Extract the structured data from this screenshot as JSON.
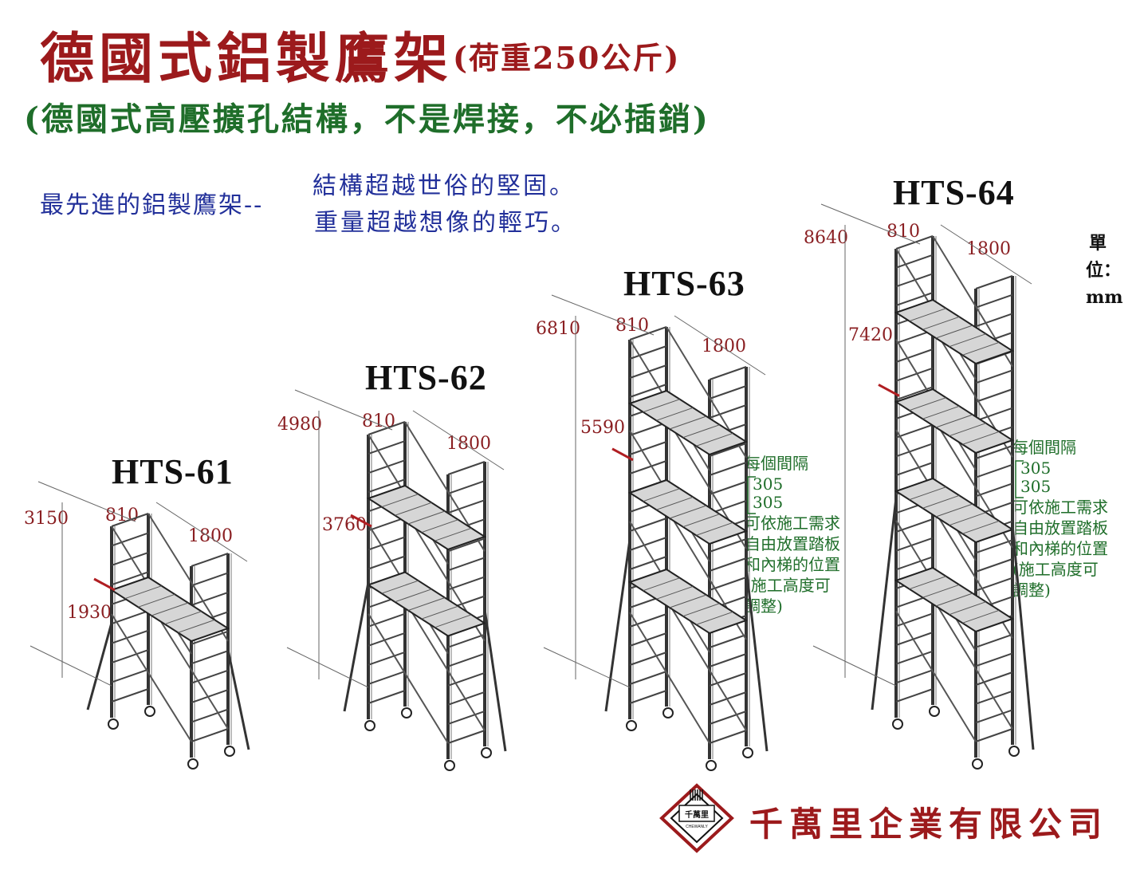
{
  "header": {
    "title": "德國式鋁製鷹架",
    "load": "(荷重250公斤)",
    "subtitle": "(德國式高壓擴孔結構，不是焊接，不必插銷)"
  },
  "slogan": {
    "lead": "最先進的鋁製鷹架--",
    "line1": "結構超越世俗的堅固。",
    "line2": "重量超越想像的輕巧。"
  },
  "unit": {
    "label": "單位：mm"
  },
  "models": [
    {
      "name": "HTS-61",
      "height": "3150",
      "platform": "1930",
      "width": "810",
      "length": "1800",
      "decks": 1
    },
    {
      "name": "HTS-62",
      "height": "4980",
      "platform": "3760",
      "width": "810",
      "length": "1800",
      "decks": 2
    },
    {
      "name": "HTS-63",
      "height": "6810",
      "platform": "5590",
      "width": "810",
      "length": "1800",
      "decks": 3,
      "note": {
        "interval_title": "每個間隔",
        "interval_1": "305",
        "interval_2": "305",
        "lines": [
          "可依施工需求",
          "自由放置踏板",
          "和內梯的位置",
          "(施工高度可",
          "調整)"
        ]
      }
    },
    {
      "name": "HTS-64",
      "height": "8640",
      "platform": "7420",
      "width": "810",
      "length": "1800",
      "decks": 4,
      "note": {
        "interval_title": "每個間隔",
        "interval_1": "305",
        "interval_2": "305",
        "lines": [
          "可依施工需求",
          "自由放置踏板",
          "和內梯的位置",
          "(施工高度可",
          "調整)"
        ]
      }
    }
  ],
  "company": {
    "name": "千萬里企業有限公司",
    "logo_text": "千萬里",
    "logo_sub": "CHEWANLY",
    "logo_color": "#9c1a1c"
  },
  "colors": {
    "title": "#9c1a1c",
    "subtitle": "#1f6e2a",
    "slogan": "#22309a",
    "dimension": "#8a1f22"
  }
}
